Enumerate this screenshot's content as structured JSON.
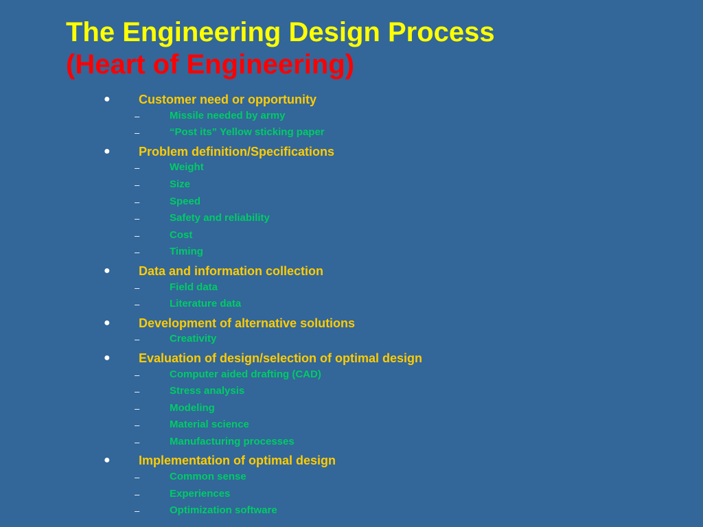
{
  "title": {
    "line1": "The Engineering Design Process",
    "line2": "(Heart of Engineering)"
  },
  "colors": {
    "background": "#336699",
    "title": "#ffff00",
    "subtitle": "#ff0000",
    "level1_text": "#ffcc00",
    "level2_text": "#00cc66"
  },
  "bullet_glyphs": {
    "level1": "●",
    "level2": "–"
  },
  "outline": [
    {
      "label": "Customer need or opportunity",
      "sub": [
        "Missile needed by army",
        "“Post its” Yellow sticking paper"
      ]
    },
    {
      "label": "Problem definition/Specifications",
      "sub": [
        "Weight",
        "Size",
        "Speed",
        "Safety and reliability",
        "Cost",
        "Timing"
      ]
    },
    {
      "label": "Data and information collection",
      "sub": [
        "Field data",
        "Literature data"
      ]
    },
    {
      "label": "Development of alternative solutions",
      "sub": [
        "Creativity"
      ]
    },
    {
      "label": "Evaluation of design/selection of optimal design",
      "sub": [
        "Computer aided drafting (CAD)",
        "Stress analysis",
        "Modeling",
        "Material science",
        "Manufacturing processes"
      ]
    },
    {
      "label": "Implementation of optimal design",
      "sub": [
        "Common sense",
        "Experiences",
        "Optimization software"
      ]
    }
  ]
}
